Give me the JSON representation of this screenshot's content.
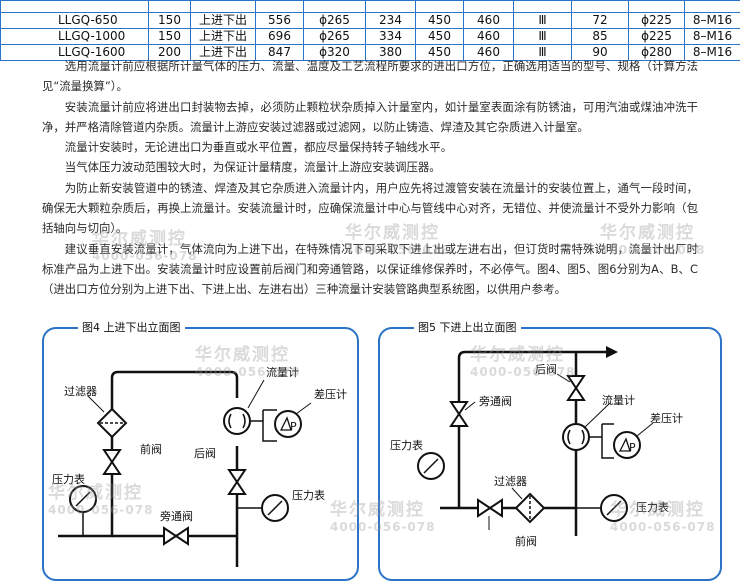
{
  "spec_table": {
    "rows": [
      [
        "LLGQ-650",
        "150",
        "上进下出",
        "556",
        "ϕ265",
        "234",
        "450",
        "460",
        "Ⅲ",
        "72",
        "ϕ225",
        "8–M16"
      ],
      [
        "LLGQ-1000",
        "150",
        "上进下出",
        "696",
        "ϕ265",
        "334",
        "450",
        "460",
        "Ⅲ",
        "85",
        "ϕ225",
        "8–M16"
      ],
      [
        "LLGQ-1600",
        "200",
        "上进下出",
        "847",
        "ϕ320",
        "380",
        "450",
        "460",
        "Ⅲ",
        "90",
        "ϕ280",
        "8–M16"
      ]
    ]
  },
  "paragraphs": [
    "选用流量计前应根据所计量气体的压力、流量、温度及工艺流程所要求的进出口方位，正确选用适当的型号、规格（计算方法见“流量换算”）。",
    "安装流量计前应将进出口封装物去掉，必须防止颗粒状杂质掉入计量室内，如计量室表面涂有防锈油，可用汽油或煤油冲洗干净，并严格清除管道内杂质。流量计上游应安装过滤器或过滤网，以防止铸造、焊渣及其它杂质进入计量室。",
    "流量计安装时，无论进出口为垂直或水平位置，都应尽量保持转子轴线水平。",
    "当气体压力波动范围较大时，为保证计量精度，流量计上游应安装调压器。",
    "为防止新安装管道中的锈渣、焊渣及其它杂质进入流量计内，用户应先将过渡管安装在流量计的安装位置上，通气一段时间，确保无大颗粒杂质后，再换上流量计。安装流量计时，应确保流量计中心与管线中心对齐，无错位、并使流量计不受外力影响（包括轴向与切向）。",
    "建议垂直安装流量计，气体流向为上进下出，在特殊情况下可采取下进上出或左进右出，但订货时需特殊说明，流量计出厂时标准产品为上进下出。安装流量计时应设置前后阀门和旁通管路，以保证维修保养时，不必停气。图4、图5、图6分别为A、B、C（进出口方位分别为上进下出、下进上出、左进右出）三种流量计安装管路典型系统图，以供用户参考。"
  ],
  "figure4": {
    "title": "图4  上进下出立面图",
    "labels": {
      "filter": "过滤器",
      "flowmeter": "流量计",
      "dp_gauge": "差压计",
      "front_valve": "前阀",
      "rear_valve": "后阀",
      "pressure_gauge_left": "压力表",
      "pressure_gauge_right": "压力表",
      "bypass_valve": "旁通阀"
    }
  },
  "figure5": {
    "title": "图5  下进上出立面图",
    "labels": {
      "rear_valve": "后阀",
      "bypass_valve": "旁通阀",
      "flowmeter": "流量计",
      "dp_gauge": "差压计",
      "pressure_gauge_left": "压力表",
      "filter": "过滤器",
      "pressure_gauge_right": "压力表",
      "front_valve": "前阀"
    }
  },
  "watermark": {
    "company": "华尔威测控",
    "phone": "4000-056-078"
  },
  "colors": {
    "border_blue": "#2b73c7",
    "watermark_gray": "#969696"
  }
}
